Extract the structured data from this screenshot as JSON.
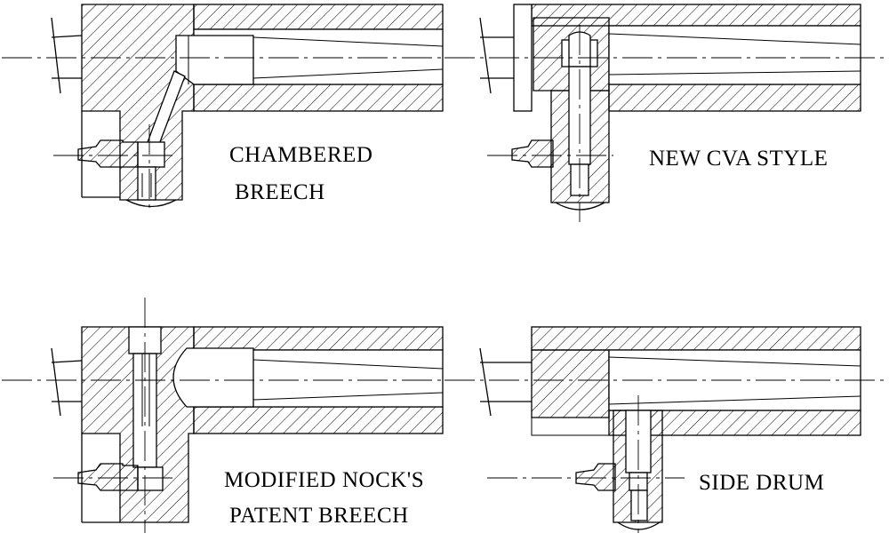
{
  "diagrams": [
    {
      "id": "chambered-breech",
      "label_lines": [
        "CHAMBERED",
        "BREECH"
      ]
    },
    {
      "id": "new-cva-style",
      "label_lines": [
        "NEW CVA STYLE"
      ]
    },
    {
      "id": "modified-nocks-patent-breech",
      "label_lines": [
        "MODIFIED NOCK'S",
        "PATENT BREECH"
      ]
    },
    {
      "id": "side-drum",
      "label_lines": [
        "SIDE DRUM"
      ]
    }
  ],
  "colors": {
    "line": "#000000",
    "background": "#ffffff"
  }
}
